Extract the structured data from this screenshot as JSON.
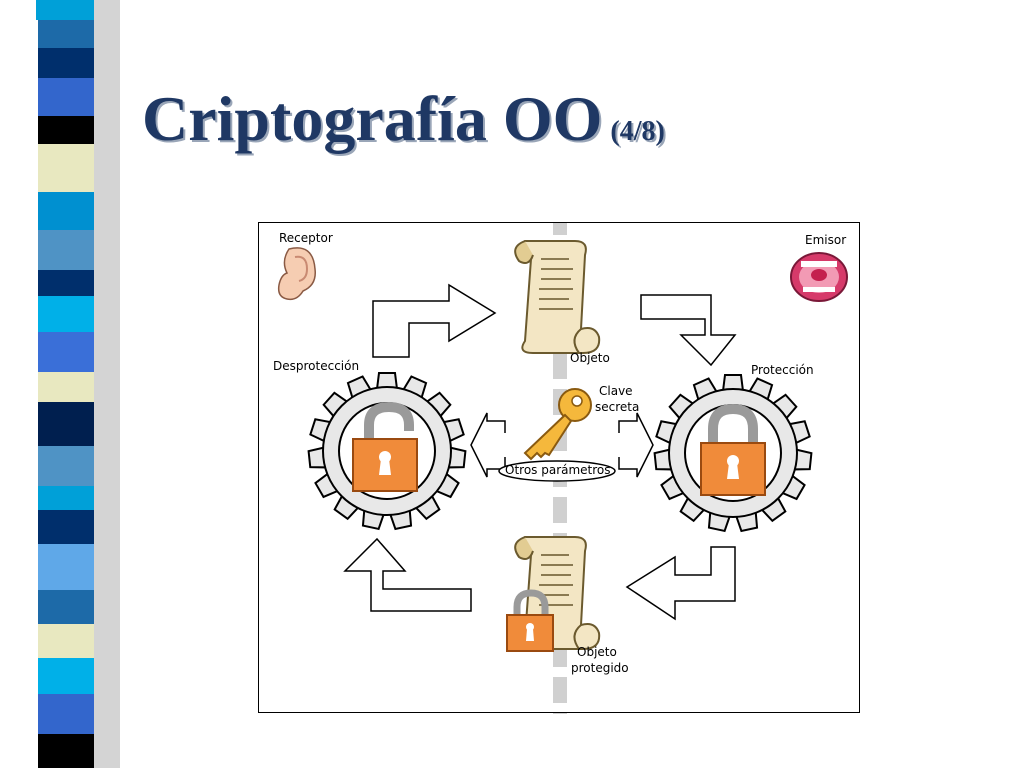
{
  "slide": {
    "title": "Criptografía OO",
    "title_suffix": "(4/8)"
  },
  "diagram": {
    "labels": {
      "receptor": "Receptor",
      "emisor": "Emisor",
      "desproteccion": "Desprotección",
      "proteccion": "Protección",
      "objeto": "Objeto",
      "clave_secreta_line1": "Clave",
      "clave_secreta_line2": "secreta",
      "otros_parametros": "Otros parámetros",
      "objeto_protegido_line1": "Objeto",
      "objeto_protegido_line2": "protegido"
    },
    "icons": [
      "ear-icon",
      "mouth-icon",
      "scroll-icon",
      "key-icon",
      "gear-icon",
      "padlock-icon"
    ]
  },
  "colors": {
    "title": "#1f3864",
    "lock": "#f08b3a",
    "gear": "#e8e8e8",
    "scroll": "#f3e6c4",
    "key": "#f5b83c"
  }
}
